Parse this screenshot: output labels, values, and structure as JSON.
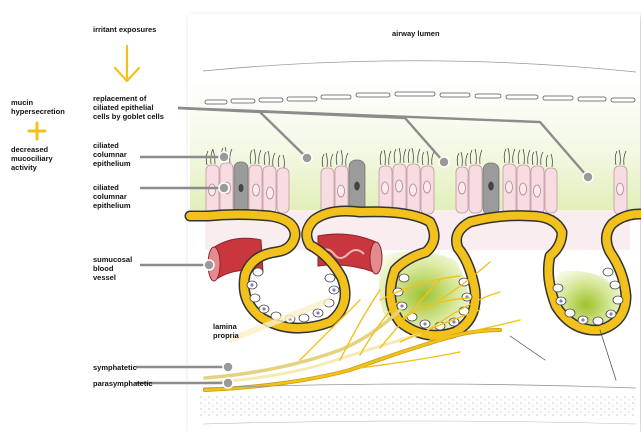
{
  "colors": {
    "yellow": "#f2c11b",
    "yellow_dark": "#c99a0a",
    "cell_pink": "#f7dde2",
    "cell_border": "#bf9aa3",
    "goblet_grey": "#9b9b9b",
    "mucus_green": "#d6e7a6",
    "vessel_red": "#c8373e",
    "connector_grey": "#8c8c8c",
    "outline_dark": "#333333"
  },
  "labels": {
    "irritant": "irritant exposures",
    "airway_lumen": "airway lumen",
    "replacement": "replacement of\nciliated epithelial\ncells by goblet cells",
    "mucin": "mucin\nhypersecretion",
    "decreased": "decreased\nmucociliary\nactivity",
    "ciliated_1": "ciliated\ncolumnar\nepithelium",
    "ciliated_2": "ciliated\ncolumnar\nepithelium",
    "vessel": "sumucosal\nblood\nvessel",
    "lamina": "lamina\npropria",
    "sympathetic": "symphatetic",
    "parasympathetic": "parasymphatetic"
  },
  "icons": {
    "down_arrow": "down-arrow-icon",
    "plus": "plus-icon"
  }
}
